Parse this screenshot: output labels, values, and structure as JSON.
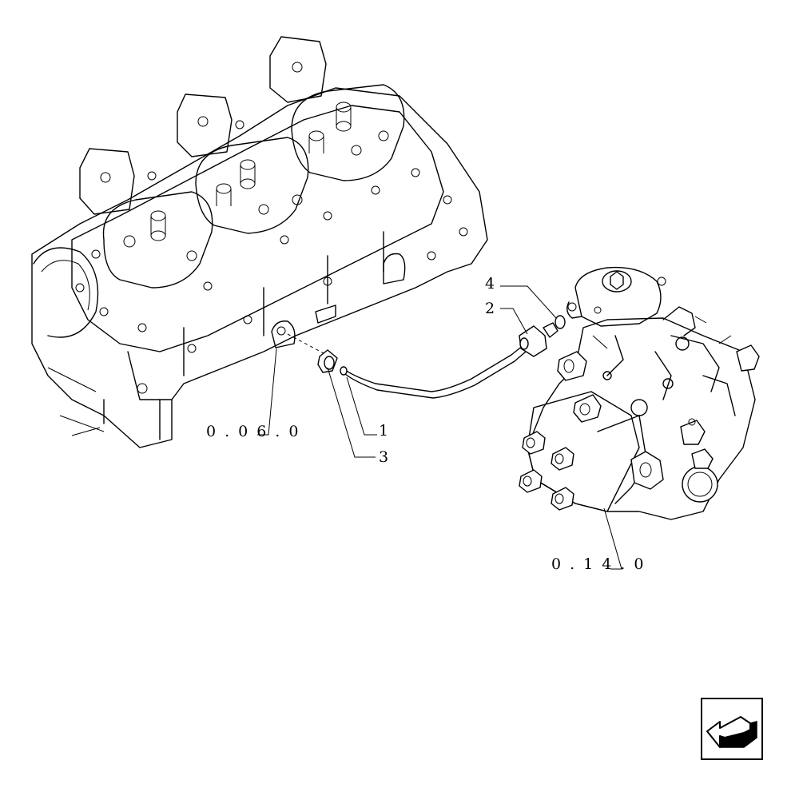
{
  "diagram": {
    "part_callouts": [
      {
        "number": "1"
      },
      {
        "number": "2"
      },
      {
        "number": "3"
      },
      {
        "number": "4"
      }
    ],
    "reference_labels": [
      {
        "text": "0.06.0"
      },
      {
        "text": "0.14.0"
      }
    ],
    "colors": {
      "line": "#000000",
      "background": "#ffffff"
    }
  },
  "navigation": {
    "icon": "previous-page-arrow-icon"
  }
}
